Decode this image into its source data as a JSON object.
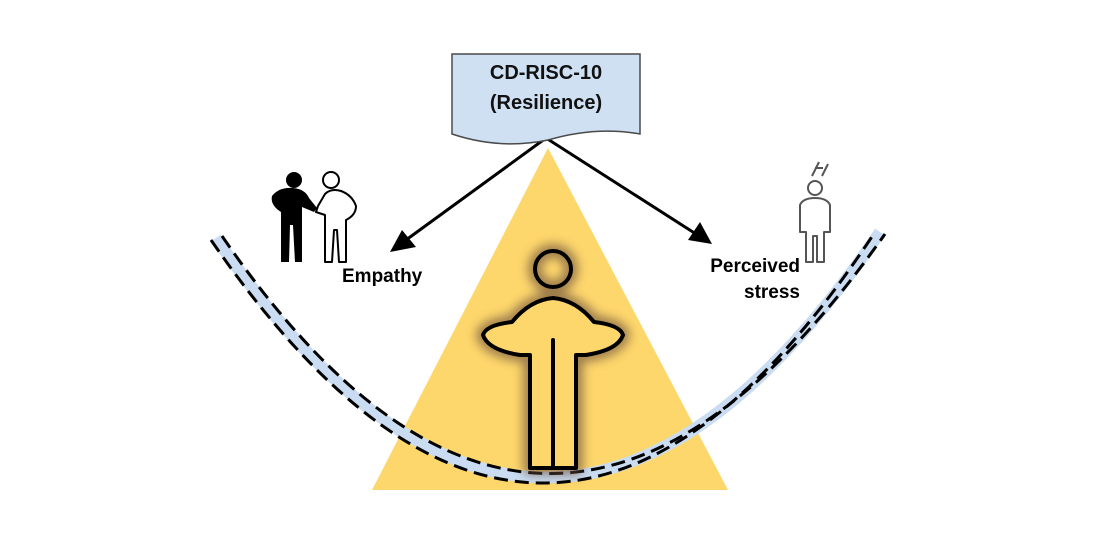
{
  "box": {
    "line1": "CD-RISC-10",
    "line2": "(Resilience)"
  },
  "labels": {
    "empathy": "Empathy",
    "stress": "Perceived\nstress"
  },
  "colors": {
    "triangle": "#fdd66c",
    "box_fill": "#cfe0f3",
    "rocker_fill": "#c9dcf1",
    "line": "#000000"
  }
}
